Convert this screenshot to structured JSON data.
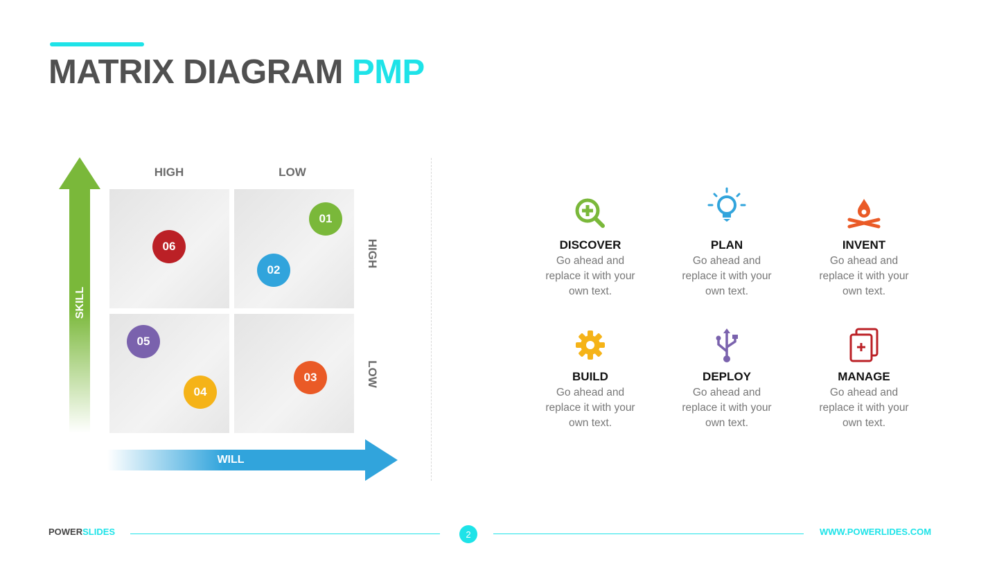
{
  "title": {
    "main": "MATRIX DIAGRAM",
    "accent": "PMP"
  },
  "matrix": {
    "col_labels": [
      "HIGH",
      "LOW"
    ],
    "row_labels": [
      "HIGH",
      "LOW"
    ],
    "y_axis": "SKILL",
    "x_axis": "WILL",
    "points": [
      {
        "label": "01",
        "color": "#7ab83a"
      },
      {
        "label": "02",
        "color": "#31a4dc"
      },
      {
        "label": "03",
        "color": "#ea5a26"
      },
      {
        "label": "04",
        "color": "#f5b318"
      },
      {
        "label": "05",
        "color": "#7a62ad"
      },
      {
        "label": "06",
        "color": "#bb2026"
      }
    ]
  },
  "items": [
    {
      "title": "DISCOVER",
      "icon": "magnifier-plus-icon",
      "color": "#7ab83a",
      "lines": [
        "Go ahead and",
        "replace it with your",
        "own text."
      ]
    },
    {
      "title": "PLAN",
      "icon": "lightbulb-icon",
      "color": "#31a4dc",
      "lines": [
        "Go ahead and",
        "replace it with your",
        "own text."
      ]
    },
    {
      "title": "INVENT",
      "icon": "campfire-icon",
      "color": "#ea5a26",
      "lines": [
        "Go ahead and",
        "replace it with your",
        "own text."
      ]
    },
    {
      "title": "BUILD",
      "icon": "gear-icon",
      "color": "#f5b318",
      "lines": [
        "Go ahead and",
        "replace it with your",
        "own text."
      ]
    },
    {
      "title": "DEPLOY",
      "icon": "usb-icon",
      "color": "#7a62ad",
      "lines": [
        "Go ahead and",
        "replace it with your",
        "own text."
      ]
    },
    {
      "title": "MANAGE",
      "icon": "documents-plus-icon",
      "color": "#bb2026",
      "lines": [
        "Go ahead and",
        "replace it with your",
        "own text."
      ]
    }
  ],
  "footer": {
    "brand_a": "POWER",
    "brand_b": "SLIDES",
    "page": "2",
    "url": "WWW.POWERLIDES.COM"
  }
}
